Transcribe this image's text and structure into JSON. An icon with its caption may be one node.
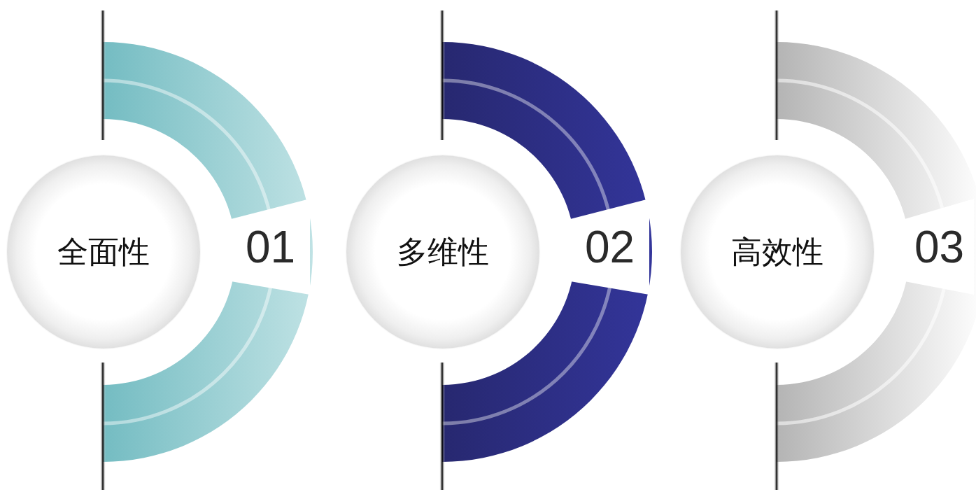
{
  "diagram": {
    "nodes": [
      {
        "text": [
          "全面性"
        ]
      },
      {
        "text": [
          "01"
        ]
      },
      {
        "text": [
          "多维性"
        ]
      },
      {
        "text": [
          "02"
        ]
      },
      {
        "text": [
          "高效性"
        ]
      },
      {
        "text": [
          "03"
        ]
      }
    ]
  }
}
